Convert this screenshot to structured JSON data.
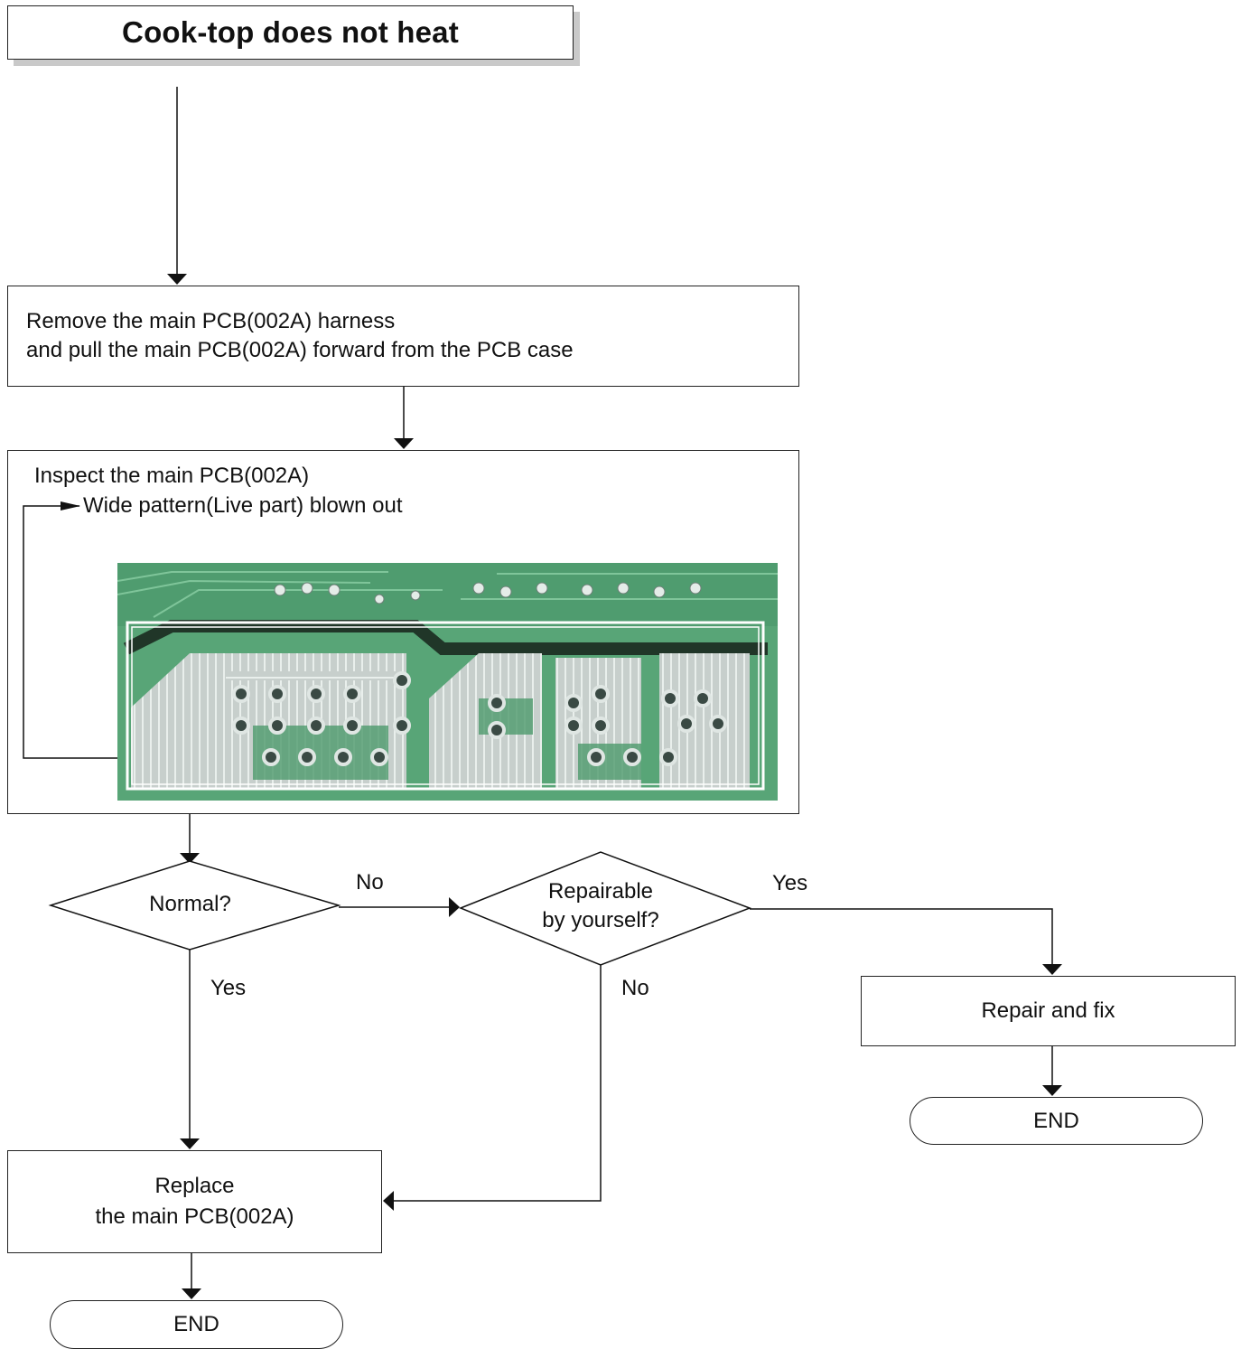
{
  "title": "Cook-top does not heat",
  "step1": {
    "line1": "Remove the main PCB(002A) harness",
    "line2": "and pull the main PCB(002A) forward from the PCB case"
  },
  "step2": {
    "line1": "Inspect the main PCB(002A)",
    "line2": "Wide pattern(Live part) blown out"
  },
  "decision1": {
    "label": "Normal?"
  },
  "decision2": {
    "line1": "Repairable",
    "line2": "by yourself?"
  },
  "edges": {
    "d1_no": "No",
    "d1_yes": "Yes",
    "d2_yes": "Yes",
    "d2_no": "No"
  },
  "repair_box": {
    "label": "Repair and fix"
  },
  "replace_box": {
    "line1": "Replace",
    "line2": "the main PCB(002A)"
  },
  "end_right": {
    "label": "END"
  },
  "end_left": {
    "label": "END"
  }
}
